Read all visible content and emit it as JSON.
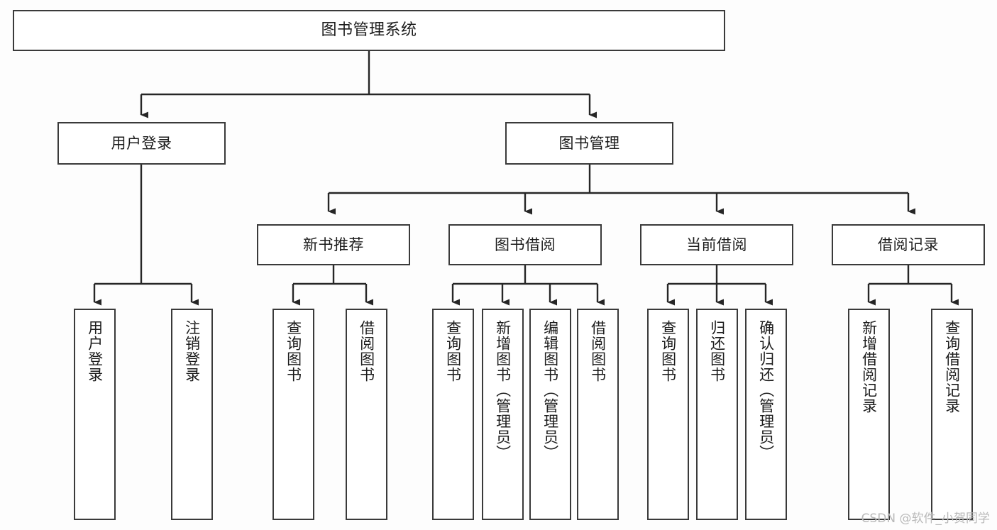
{
  "diagram": {
    "type": "tree",
    "title": "图书管理系统",
    "orientation": "top-down",
    "colors": {
      "border": "#3a3a3a",
      "node_fill": "#ffffff",
      "edge": "#262626",
      "text": "#1c1c1c",
      "background": "#fdfdfd",
      "watermark": "#b9b9b9"
    },
    "nodes": {
      "root": {
        "label": "图书管理系统"
      },
      "level2": [
        {
          "label": "用户登录"
        },
        {
          "label": "图书管理"
        }
      ],
      "level3": [
        {
          "label": "新书推荐"
        },
        {
          "label": "图书借阅"
        },
        {
          "label": "当前借阅"
        },
        {
          "label": "借阅记录"
        }
      ],
      "leaves": {
        "user_login": [
          {
            "label": "用户登录"
          },
          {
            "label": "注销登录"
          }
        ],
        "new_book": [
          {
            "label": "查询图书"
          },
          {
            "label": "借阅图书"
          }
        ],
        "borrow_book": [
          {
            "label": "查询图书"
          },
          {
            "label": "新增图书（管理员）"
          },
          {
            "label": "编辑图书（管理员）"
          },
          {
            "label": "借阅图书"
          }
        ],
        "current_borrow": [
          {
            "label": "查询图书"
          },
          {
            "label": "归还图书"
          },
          {
            "label": "确认归还（管理员）"
          }
        ],
        "borrow_record": [
          {
            "label": "新增借阅记录"
          },
          {
            "label": "查询借阅记录"
          }
        ]
      }
    },
    "watermark": "CSDN @软件_小贺同学"
  }
}
